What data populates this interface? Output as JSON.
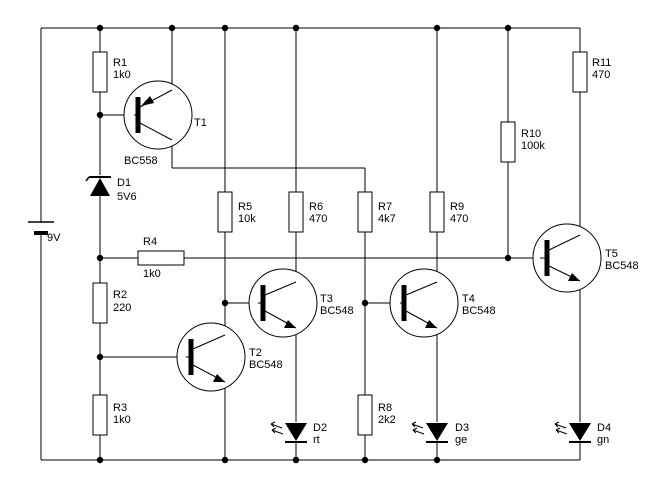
{
  "battery": {
    "label": "9V"
  },
  "resistors": [
    {
      "ref": "R1",
      "value": "1k0"
    },
    {
      "ref": "R2",
      "value": "220"
    },
    {
      "ref": "R3",
      "value": "1k0"
    },
    {
      "ref": "R4",
      "value": "1k0"
    },
    {
      "ref": "R5",
      "value": "10k"
    },
    {
      "ref": "R6",
      "value": "470"
    },
    {
      "ref": "R7",
      "value": "4k7"
    },
    {
      "ref": "R8",
      "value": "2k2"
    },
    {
      "ref": "R9",
      "value": "470"
    },
    {
      "ref": "R10",
      "value": "100k"
    },
    {
      "ref": "R11",
      "value": "470"
    }
  ],
  "transistors": [
    {
      "ref": "T1",
      "value": "BC558"
    },
    {
      "ref": "T2",
      "value": "BC548"
    },
    {
      "ref": "T3",
      "value": "BC548"
    },
    {
      "ref": "T4",
      "value": "BC548"
    },
    {
      "ref": "T5",
      "value": "BC548"
    }
  ],
  "diodes": [
    {
      "ref": "D1",
      "value": "5V6"
    },
    {
      "ref": "D2",
      "value": "rt"
    },
    {
      "ref": "D3",
      "value": "ge"
    },
    {
      "ref": "D4",
      "value": "gn"
    }
  ]
}
